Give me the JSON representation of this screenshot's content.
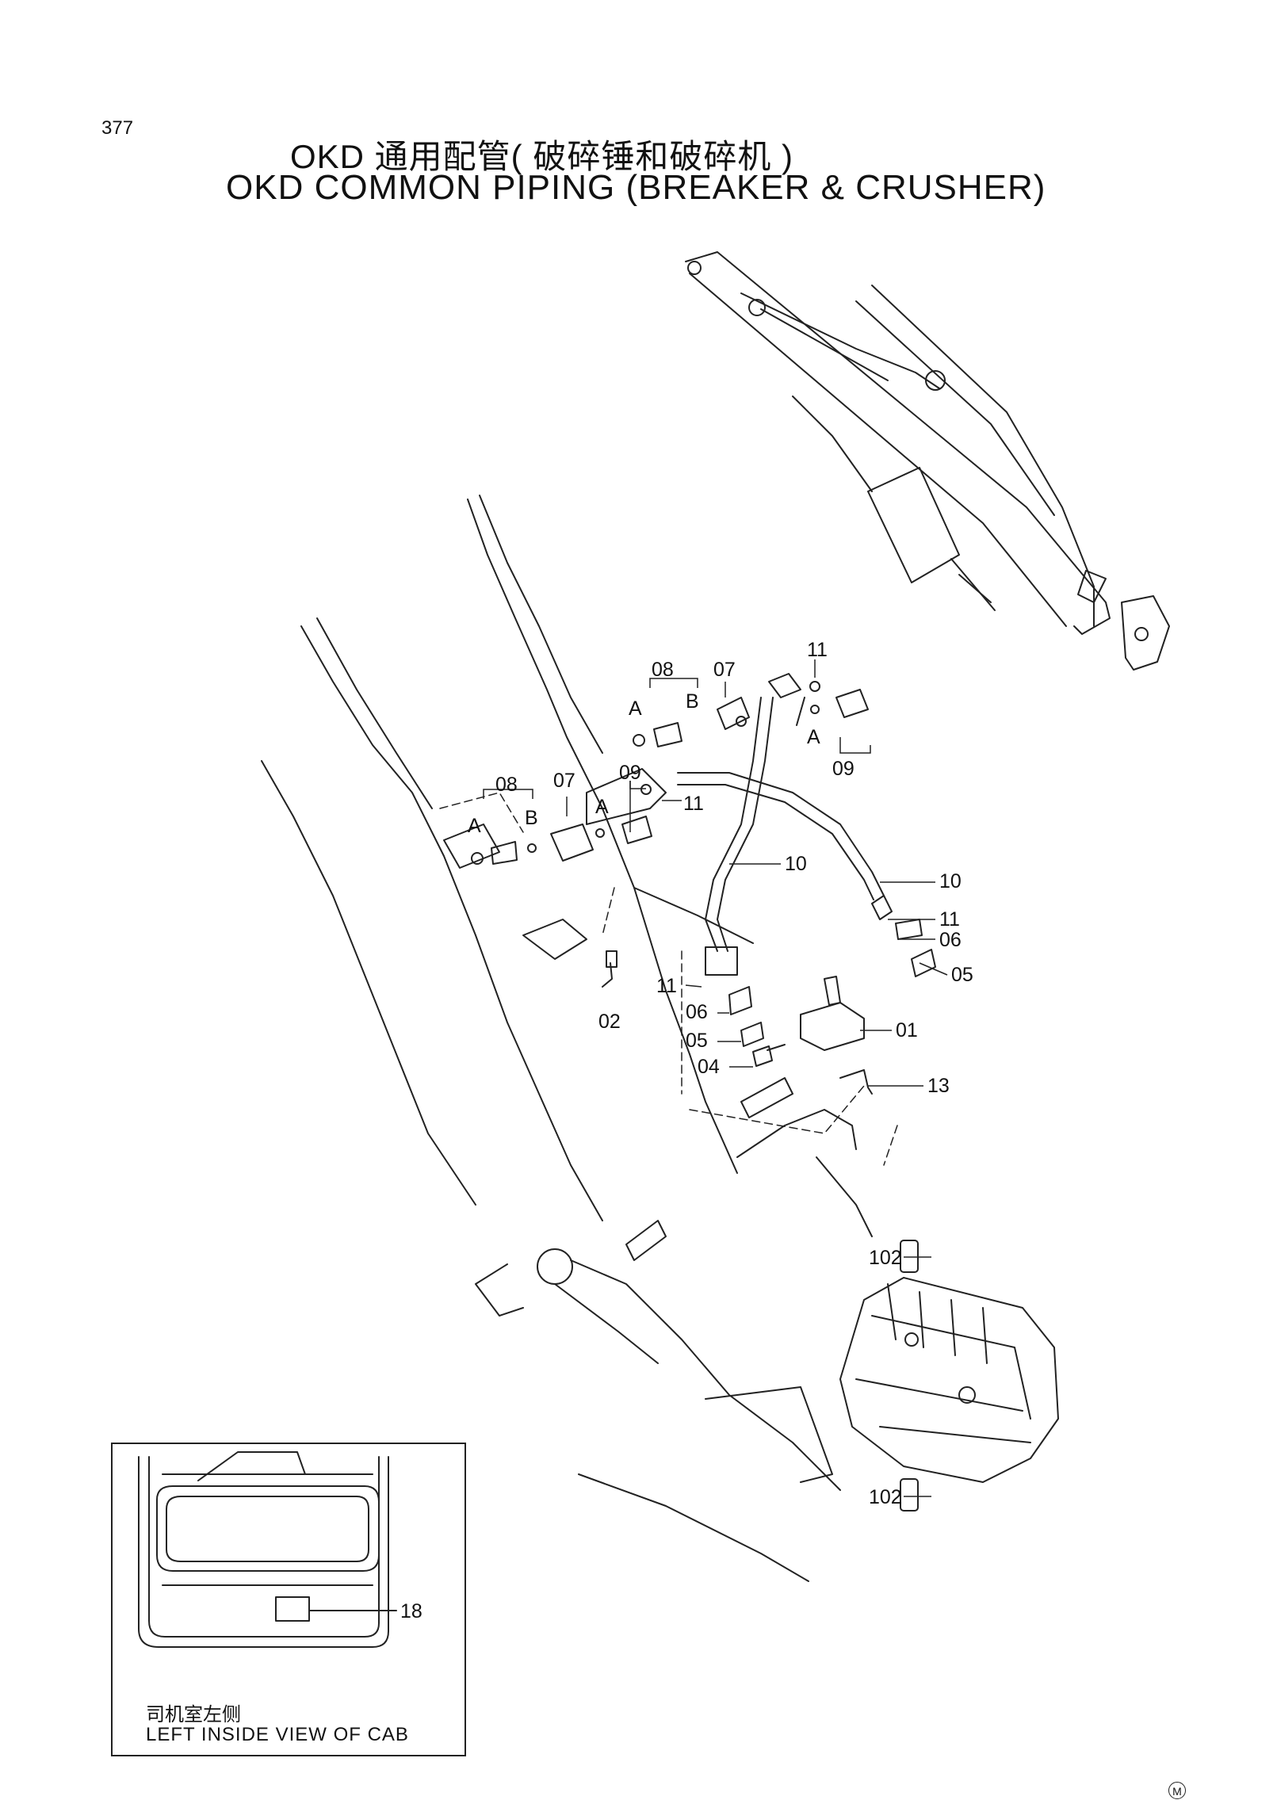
{
  "page": {
    "number": "377",
    "title_cn": "OKD 通用配管( 破碎锤和破碎机 )",
    "title_en": "OKD  COMMON  PIPING  (BREAKER & CRUSHER)",
    "mark": "M"
  },
  "callouts": {
    "c08_top": "08",
    "c07_top": "07",
    "c11_top": "11",
    "a_top": "A",
    "b_top": "B",
    "a_top2": "A",
    "c09_right": "09",
    "c09_mid": "09",
    "c11_mid": "11",
    "c08_left": "08",
    "c07_left": "07",
    "a_left": "A",
    "b_left": "B",
    "a_left2": "A",
    "c10_center": "10",
    "c10_right": "10",
    "c11_right": "11",
    "c06_right": "06",
    "c05_right": "05",
    "c11_low": "11",
    "c06_low": "06",
    "c05_low": "05",
    "c04_low": "04",
    "c02": "02",
    "c01": "01",
    "c13": "13",
    "c102_top": "102",
    "c102_bottom": "102"
  },
  "inset": {
    "part_number": "18",
    "caption_cn": "司机室左侧",
    "caption_en": "LEFT  INSIDE  VIEW  OF  CAB"
  }
}
